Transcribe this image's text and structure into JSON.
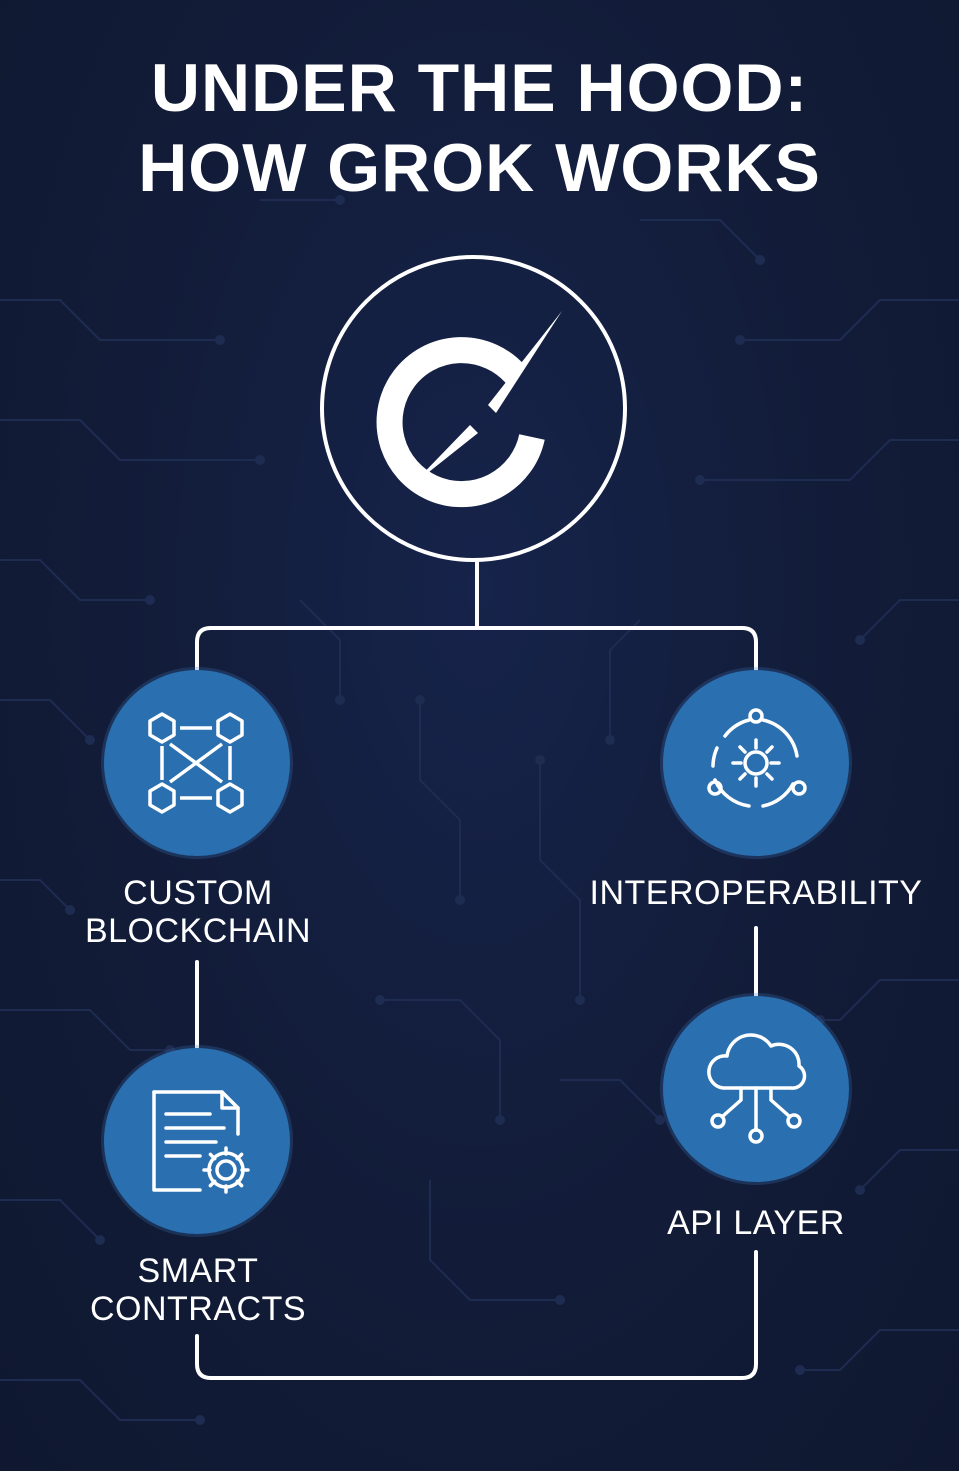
{
  "title": {
    "line1": "UNDER THE HOOD:",
    "line2": "HOW GROK WORKS"
  },
  "logo": {
    "icon": "grok-logo-icon"
  },
  "nodes": {
    "custom_blockchain": {
      "line1": "CUSTOM",
      "line2": "BLOCKCHAIN",
      "icon": "blockchain-network-icon"
    },
    "smart_contracts": {
      "line1": "SMART",
      "line2": "CONTRACTS",
      "icon": "document-gear-icon"
    },
    "interoperability": {
      "line1": "INTEROPERABILITY",
      "icon": "network-hub-icon"
    },
    "api_layer": {
      "line1": "API LAYER",
      "icon": "cloud-network-icon"
    }
  },
  "colors": {
    "background": "#121c36",
    "node_fill": "#2a6fb0",
    "line": "#ffffff",
    "text": "#ffffff"
  }
}
